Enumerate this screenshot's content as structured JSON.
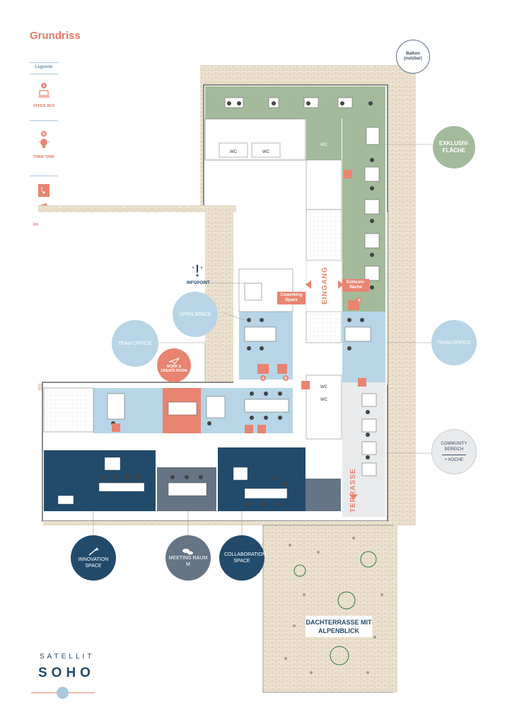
{
  "title": "Grundriss",
  "legend": {
    "title": "Legende",
    "items": [
      {
        "marker": "A",
        "label": "OFFICE BOX",
        "icon": "office-box-icon"
      },
      {
        "marker": "B",
        "label": "THINK TANK",
        "icon": "lightbulb-icon"
      },
      {
        "marker": "",
        "label": "PHONE BOX",
        "icon": "phone-box-icon"
      }
    ]
  },
  "zones": {
    "balkon": "Balkon (nutzbar)",
    "exklusiv": "EXKLUSIV-FLÄCHE",
    "open_space": "OPEN SPACE",
    "team_office_left": "TEAM OFFICE",
    "team_office_right": "TEAM OFFICE",
    "work_create": "WORK & CREATE ROOM",
    "infopoint": "INFOPOINT",
    "community": "COMMUNITY BEREICH",
    "kueche": "+ KÜCHE",
    "innovation": "INNOVATION SPACE",
    "meeting": "MEETING RAUM",
    "meeting_size": "M",
    "collaboration": "COLLABORATION SPACE",
    "dachterrasse": "DACHTERRASSE MIT ALPENBLICK"
  },
  "plan_labels": {
    "eingang": "EINGANG",
    "terrasse": "TERRASSE",
    "coworking": "Coworking Space",
    "exklusiv_tag": "Exklusiv-fläche",
    "wc": "WC",
    "marker_a": "A",
    "marker_b": "B"
  },
  "brand": {
    "line1": "SATELLIT",
    "line2": "SOHO"
  },
  "colors": {
    "coral": "#e88470",
    "green": "#a3bb9b",
    "light_blue": "#b7d5e6",
    "navy": "#224a6a",
    "slate": "#667585",
    "brick": "#efe6d4"
  }
}
